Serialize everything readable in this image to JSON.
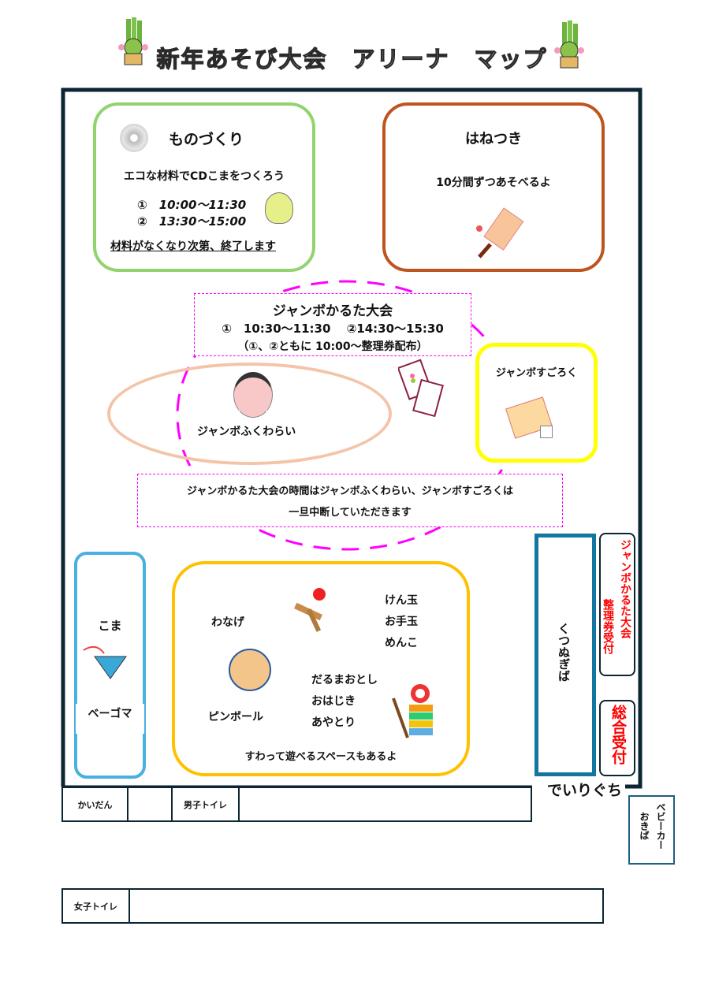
{
  "title": "新年あそび大会　アリーナ　マップ",
  "monozukuri": {
    "heading": "ものづくり",
    "subtitle": "エコな材料でCDこまをつくろう",
    "times": [
      "①　10:00～11:30",
      "②　13:30～15:00"
    ],
    "note": "材料がなくなり次第、終了します"
  },
  "hanetsuki": {
    "heading": "はねつき",
    "subtitle": "10分間ずつあそべるよ"
  },
  "karuta": {
    "heading": "ジャンボかるた大会",
    "times": "①　10:30～11:30　 ②14:30～15:30",
    "ticket": "（①、②ともに 10:00～整理券配布）"
  },
  "fukuwarai": {
    "label": "ジャンボふくわらい"
  },
  "sugoroku": {
    "label": "ジャンボすごろく"
  },
  "notice": {
    "line1": "ジャンボかるた大会の時間はジャンボふくわらい、ジャンボすごろくは",
    "line2": "一旦中断していただきます"
  },
  "koma": {
    "label1": "こま",
    "label2": "ベーゴマ"
  },
  "play": {
    "wanage": "わなげ",
    "list1": [
      "けん玉",
      "お手玉",
      "めんこ"
    ],
    "pinball": "ピンボール",
    "list2": [
      "だるまおとし",
      "おはじき",
      "あやとり"
    ],
    "seat": "すわって遊べるスペースもあるよ"
  },
  "kutsunugiba": "くつぬぎば",
  "karuta_reception": "ジャンボかるた大会整理券受付",
  "karuta_reception_line1": "ジャンボかるた大会",
  "karuta_reception_line2": "整理券受付",
  "general_reception": "総合受付",
  "entrance": "でいりぐち",
  "stairs": "かいだん",
  "mens_toilet": "男子トイレ",
  "womens_toilet": "女子トイレ",
  "stroller": {
    "line1": "ベビーカー",
    "line2": "おきば"
  },
  "colors": {
    "green": "#92d36e",
    "orange": "#c0541e",
    "magenta": "#ff00ff",
    "peach": "#f4c4a8",
    "yellow": "#ffff00",
    "blue": "#4ab0e0",
    "gold": "#ffc000",
    "teal": "#1376a0",
    "red": "#ff0000",
    "wall": "#0b2533"
  }
}
